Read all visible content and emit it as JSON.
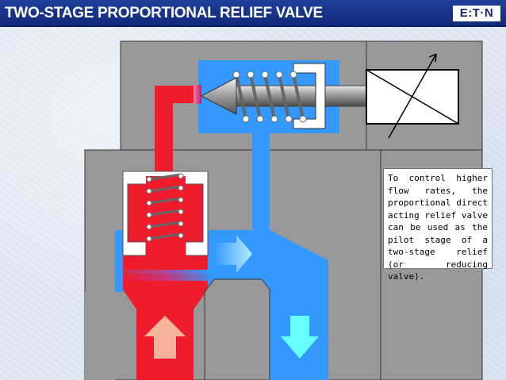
{
  "header": {
    "title": "TWO-STAGE PROPORTIONAL RELIEF VALVE",
    "logo": "E:T·N"
  },
  "note": {
    "text": "To control higher flow rates, the proportional direct acting relief valve can be used as the pilot stage of a two-stage relief (or reducing valve)."
  },
  "colors": {
    "body": "#999999",
    "pressure": "#ee1c2c",
    "tank": "#3399ff",
    "header": "#12297a"
  },
  "icons": [
    "up-arrow-icon",
    "down-arrow-icon",
    "right-arrow-icon",
    "solenoid-icon",
    "spring-icon"
  ]
}
